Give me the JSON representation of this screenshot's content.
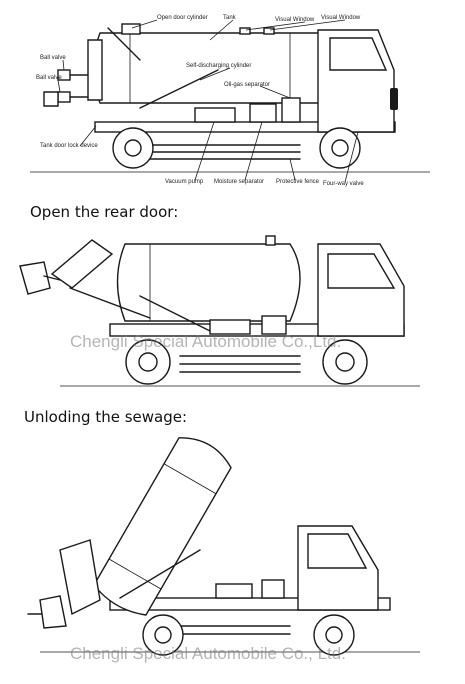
{
  "labels": {
    "open_door_cylinder": "Open door cylinder",
    "tank": "Tank",
    "visual_window_1": "Visual Window",
    "visual_window_2": "Visual Window",
    "ball_valve_1": "Ball valve",
    "ball_valve_2": "Ball valve",
    "self_discharging_cylinder": "Self-discharging cylinder",
    "oil_gas_separator": "Oil-gas separator",
    "tank_door_lock_device": "Tank door lock device",
    "vacuum_pump": "Vacuum pump",
    "moisture_separator": "Moisture separator",
    "protective_fence": "Protective fence",
    "four_way_valve": "Four-way valve"
  },
  "captions": {
    "open_rear_door": "Open the rear door:",
    "unloading_sewage": "Unloding the sewage:"
  },
  "watermarks": {
    "panel2": "Chengli Special Automobile Co.,Ltd.",
    "panel3": "Chengli Special Automobile Co., Ltd."
  }
}
